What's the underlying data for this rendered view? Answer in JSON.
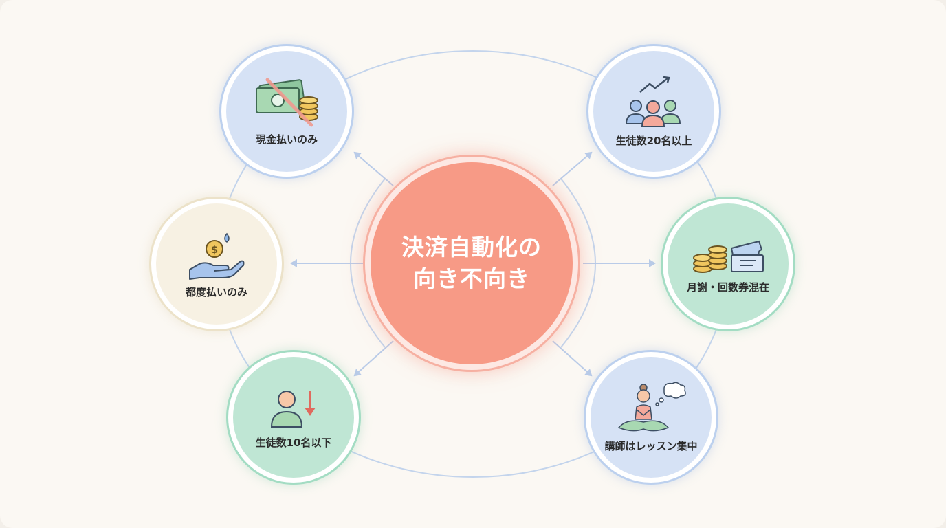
{
  "center": {
    "line1": "決済自動化の",
    "line2": "向き不向き"
  },
  "nodes": {
    "cash_only": {
      "label": "現金払いのみ",
      "icon": "crossed-cash-coins-icon"
    },
    "students_20": {
      "label": "生徒数20名以上",
      "icon": "group-growth-icon"
    },
    "pay_per_visit": {
      "label": "都度払いのみ",
      "icon": "hand-coin-icon"
    },
    "mixed_tickets": {
      "label": "月謝・回数券混在",
      "icon": "coins-ticket-icon"
    },
    "students_10": {
      "label": "生徒数10名以下",
      "icon": "person-down-arrow-icon"
    },
    "focus_lessons": {
      "label": "講師はレッスン集中",
      "icon": "meditating-instructor-icon"
    }
  },
  "colors": {
    "center": "#f79a86",
    "blue_node": "#d6e2f5",
    "green_node": "#bfe6d4",
    "cream_node": "#f7f1e3",
    "connector": "#b9cbe8"
  }
}
